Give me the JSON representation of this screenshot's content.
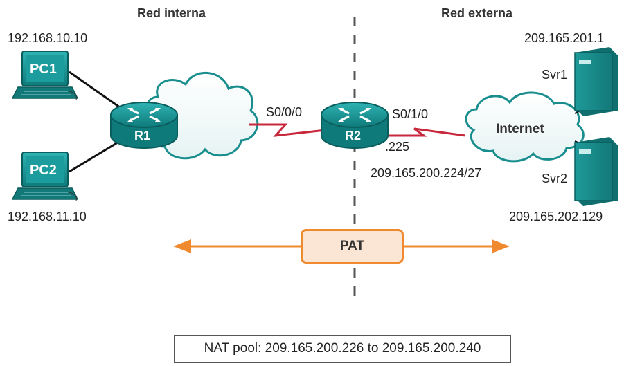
{
  "headers": {
    "internal": "Red interna",
    "external": "Red externa"
  },
  "addresses": {
    "pc1": "192.168.10.10",
    "pc2": "192.168.11.10",
    "svr1": "209.165.201.1",
    "svr2": "209.165.202.129",
    "r2_ip": ".225",
    "wan_subnet": "209.165.200.224/27"
  },
  "devices": {
    "pc1": "PC1",
    "pc2": "PC2",
    "r1": "R1",
    "r2": "R2",
    "svr1": "Svr1",
    "svr2": "Svr2",
    "internet": "Internet"
  },
  "interfaces": {
    "r1_r2": "S0/0/0",
    "r2_internet": "S0/1/0"
  },
  "pat_label": "PAT",
  "nat_pool": "NAT pool: 209.165.200.226 to 209.165.200.240",
  "colors": {
    "device_teal": "#1a8e8e",
    "serial_link": "#c8283c",
    "pat_arrow": "#ef8a2e",
    "pat_fill": "#fbe5d4"
  }
}
